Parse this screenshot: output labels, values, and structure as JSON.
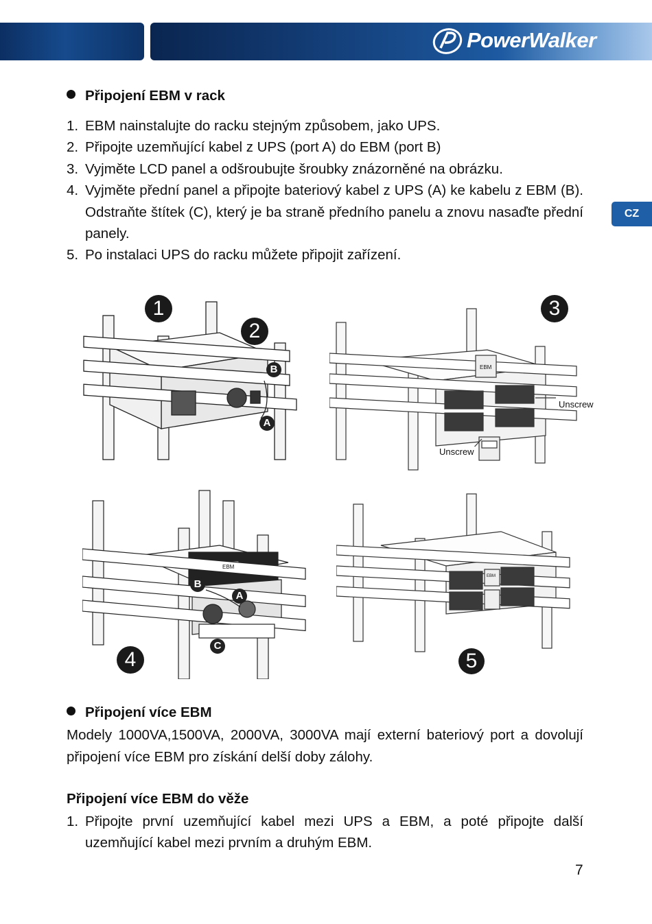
{
  "brand": {
    "logo_text": "PowerWalker"
  },
  "side_tab": {
    "label": "CZ"
  },
  "section1": {
    "heading": "Připojení EBM v rack",
    "steps": [
      {
        "n": "1.",
        "text": "EBM nainstalujte do racku stejným způsobem, jako UPS."
      },
      {
        "n": "2.",
        "text": "Připojte uzemňující kabel z UPS (port A) do EBM (port B)"
      },
      {
        "n": "3.",
        "text": "Vyjměte LCD panel a odšroubujte šroubky znázorněné na obrázku."
      },
      {
        "n": "4.",
        "text": "Vyjměte přední panel a připojte bateriový kabel z UPS (A) ke kabelu z EBM (B). Odstraňte štítek (C), který je ba straně předního panelu a znovu nasaďte přední panely."
      },
      {
        "n": "5.",
        "text": "Po instalaci UPS do racku můžete připojit zařízení."
      }
    ]
  },
  "figures": [
    {
      "badge": "1",
      "badge2": "2",
      "labels": {
        "b": "B",
        "a": "A"
      },
      "ebm_label": ""
    },
    {
      "badge": "3",
      "callouts": {
        "right": "Unscrew",
        "bottom": "Unscrew"
      },
      "ebm_label": "EBM"
    },
    {
      "badge": "4",
      "labels": {
        "b": "B",
        "a": "A",
        "c": "C"
      },
      "ebm_label": "EBM"
    },
    {
      "badge": "5",
      "ebm_label": "EBM"
    }
  ],
  "section2": {
    "heading": "Připojení více EBM",
    "paragraph": "Modely 1000VA,1500VA, 2000VA, 3000VA mají externí bateriový port a dovolují připojení více EBM pro získání delší doby zálohy."
  },
  "section3": {
    "heading": "Připojení více EBM do věže",
    "steps": [
      {
        "n": "1.",
        "text": "Připojte první uzemňující kabel mezi UPS a EBM, a poté připojte další uzemňující kabel mezi prvním a druhým EBM."
      }
    ]
  },
  "page_number": "7"
}
